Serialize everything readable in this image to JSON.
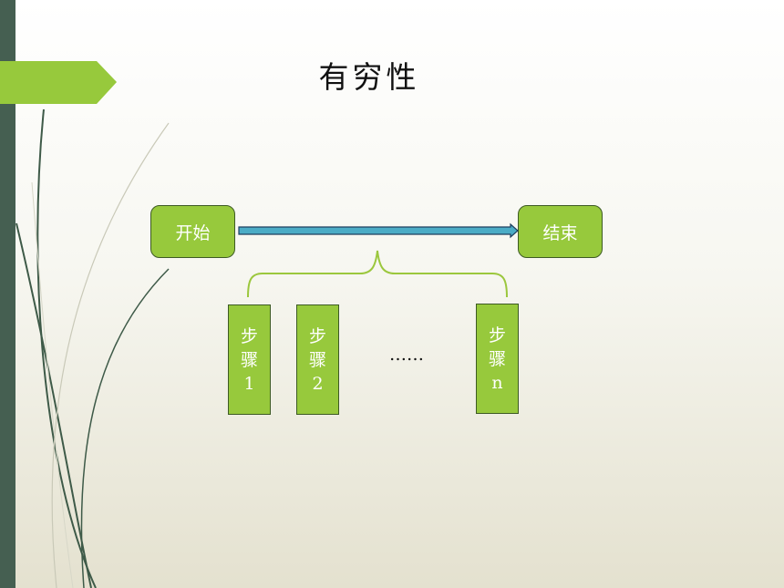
{
  "slide": {
    "title": "有穷性",
    "start_label": "开始",
    "end_label": "结束",
    "steps": [
      {
        "line1": "步",
        "line2": "骤",
        "line3": "1"
      },
      {
        "line1": "步",
        "line2": "骤",
        "line3": "2"
      },
      {
        "line1": "步",
        "line2": "骤",
        "line3": "n"
      }
    ],
    "ellipsis": "……"
  },
  "colors": {
    "accent_green": "#97c93c",
    "sidebar_dark": "#455f51",
    "arrow_blue": "#4bacc6",
    "brace_green": "#9bc73d"
  }
}
